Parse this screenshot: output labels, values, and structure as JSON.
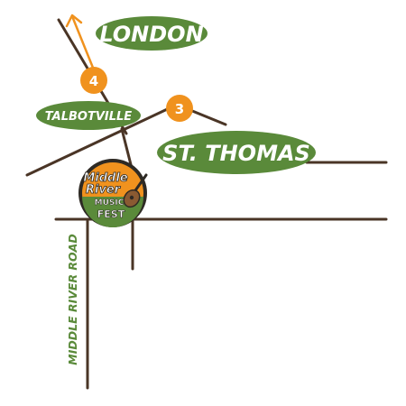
{
  "places": {
    "london": "LONDON",
    "talbotville": "TALBOTVILLE",
    "st_thomas": "ST. THOMAS"
  },
  "markers": {
    "exit_4": "4",
    "exit_3": "3"
  },
  "roads": {
    "middle_river_road": "MIDDLE RIVER ROAD"
  },
  "logo": {
    "line1": "Middle",
    "line2": "River",
    "line3": "MUSIC",
    "line4": "FEST"
  },
  "colors": {
    "green": "#5a8a3a",
    "orange": "#f0921e",
    "road": "#4a3526"
  }
}
